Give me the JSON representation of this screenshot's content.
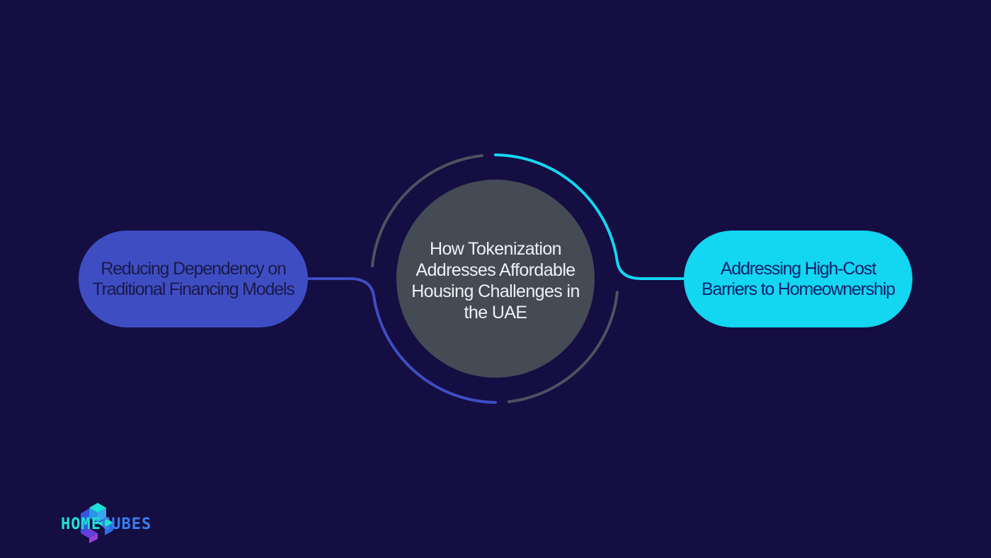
{
  "diagram": {
    "center": {
      "title": "How Tokenization Addresses Affordable Housing Challenges in the UAE"
    },
    "left_node": {
      "label": "Reducing Dependency on Traditional Financing Models"
    },
    "right_node": {
      "label": "Addressing High-Cost Barriers to Homeownership"
    }
  },
  "brand": {
    "name_part1": "HOME",
    "name_part2": "CUBES"
  },
  "colors": {
    "background": "#140e42",
    "center_circle": "#454b55",
    "left_accent": "#3f4dc3",
    "right_accent": "#13d6f1",
    "ring_gray": "#4d5360"
  }
}
